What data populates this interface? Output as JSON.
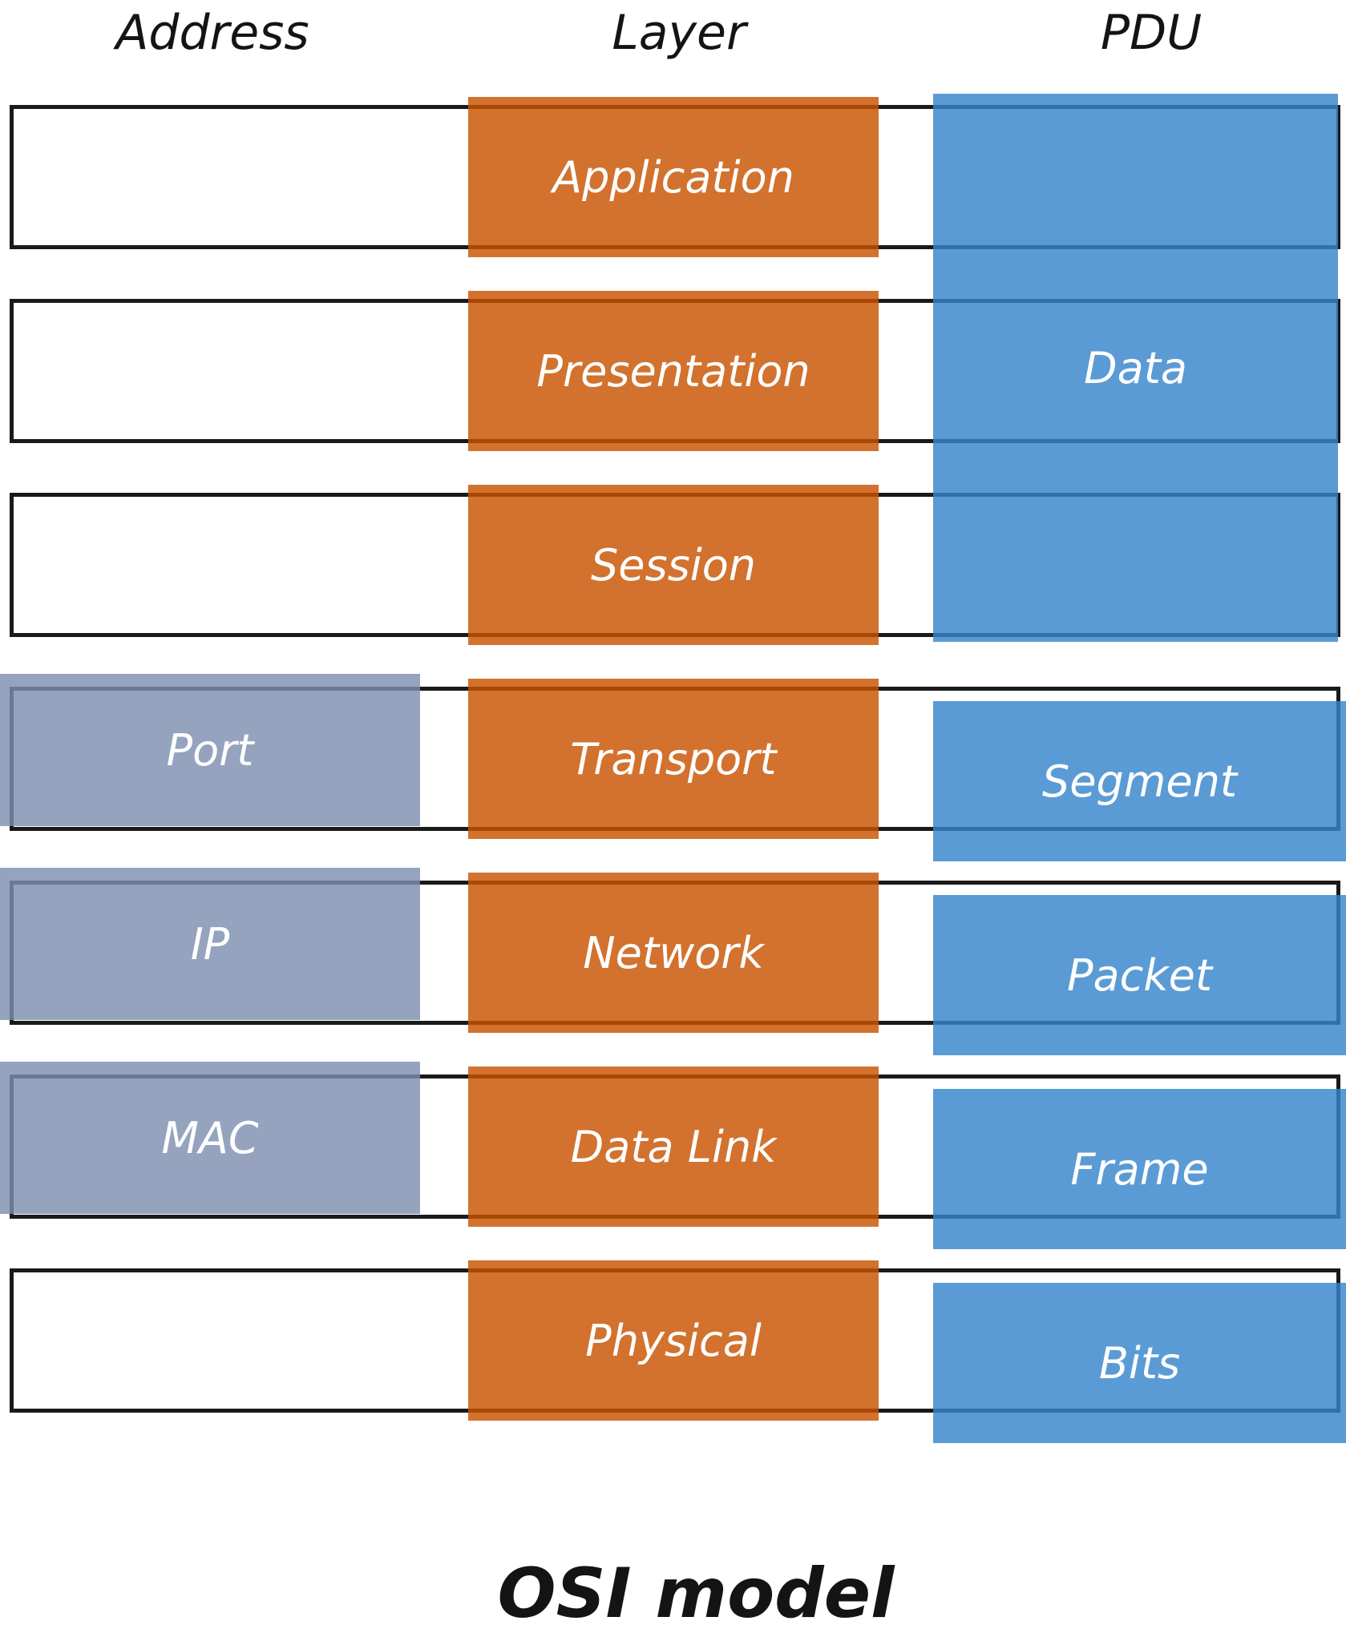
{
  "title": "OSI model",
  "headers": {
    "address": "Address",
    "layer": "Layer",
    "pdu": "PDU"
  },
  "rows": [
    {
      "layer": "Application"
    },
    {
      "layer": "Presentation"
    },
    {
      "layer": "Session"
    },
    {
      "layer": "Transport",
      "address": "Port",
      "pdu": "Segment"
    },
    {
      "layer": "Network",
      "address": "IP",
      "pdu": "Packet"
    },
    {
      "layer": "Data Link",
      "address": "MAC",
      "pdu": "Frame"
    },
    {
      "layer": "Physical",
      "pdu": "Bits"
    }
  ],
  "pdu_group": {
    "label": "Data",
    "spans_layers": [
      "Application",
      "Presentation",
      "Session"
    ]
  },
  "colors": {
    "layer_orange": "#d2722d",
    "pdu_blue": "#5b9bd5",
    "address_slate": "#96a3bf",
    "outline_black": "#1a1a1a",
    "label_white": "#ffffff",
    "box_alpha": 0.82
  }
}
